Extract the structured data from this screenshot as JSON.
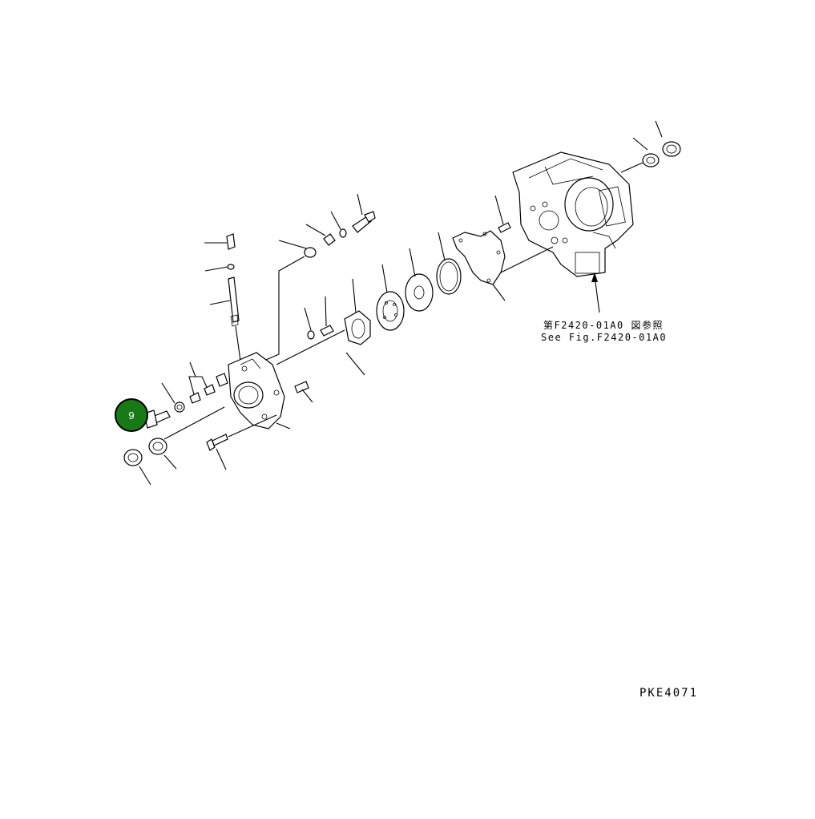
{
  "reference": {
    "japanese": "第F2420-01A0 図参照",
    "english": "See Fig.F2420-01A0"
  },
  "drawing_code": "PKE4071",
  "callout": {
    "number": "9",
    "fill_color": "#177a17"
  }
}
